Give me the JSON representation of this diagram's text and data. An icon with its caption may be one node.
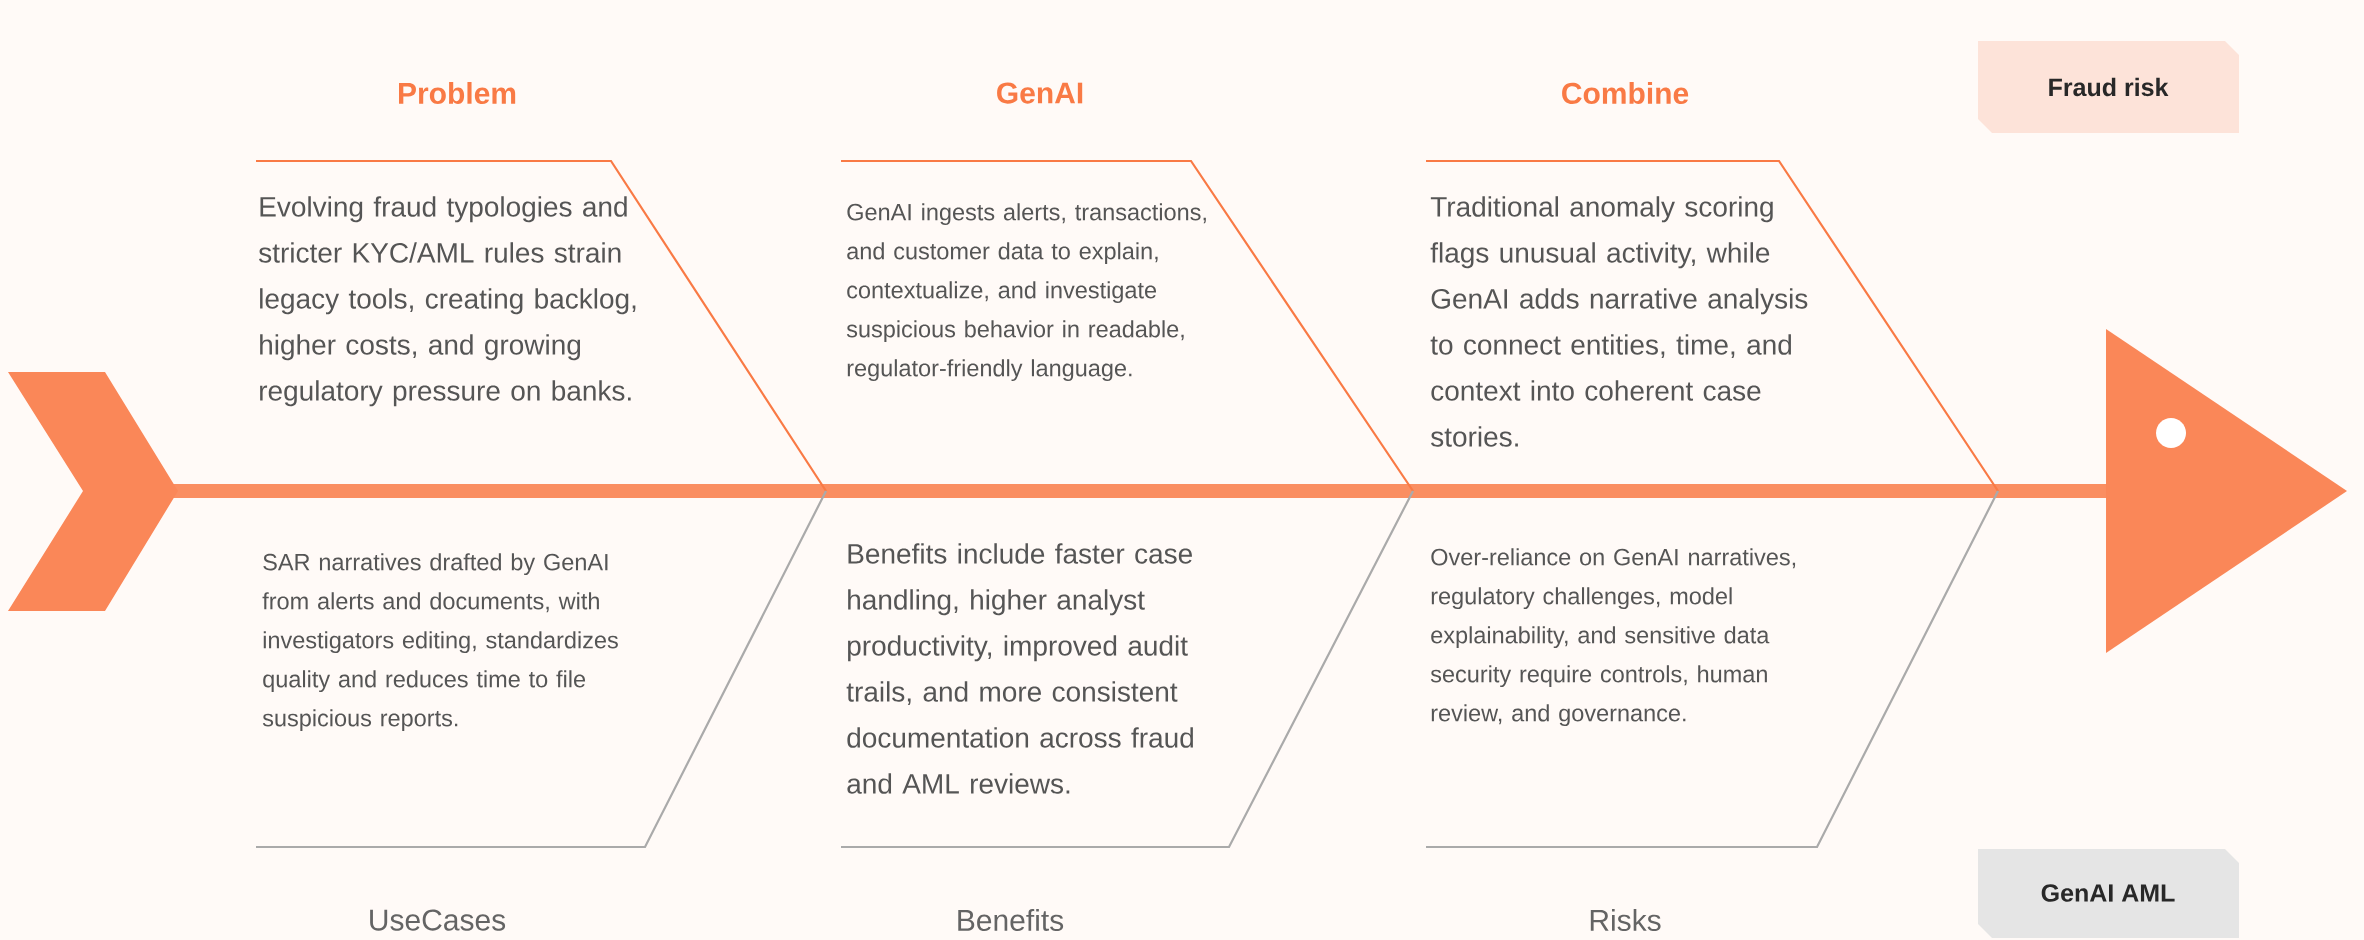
{
  "diagram": {
    "nodes": [
      {
        "text": [
          "Problem",
          "Evolving fraud typologies and stricter KYC/AML rules strain legacy tools, creating backlog, higher costs, and growing regulatory pressure on banks."
        ]
      },
      {
        "text": [
          "GenAI",
          "GenAI ingests alerts, transactions, and customer data to explain, contextualize, and investigate suspicious behavior in readable, regulator-friendly language."
        ]
      },
      {
        "text": [
          "Combine",
          "Traditional anomaly scoring flags unusual activity, while GenAI adds narrative analysis to connect entities, time, and context into coherent case stories."
        ]
      },
      {
        "text": [
          "Fraud risk"
        ]
      },
      {
        "text": [
          "SAR narratives drafted by GenAI from alerts and documents, with investigators editing, standardizes quality and reduces time to file suspicious reports.",
          "UseCases"
        ]
      },
      {
        "text": [
          "Benefits include faster case handling, higher analyst productivity, improved audit trails, and more consistent documentation across fraud and AML reviews.",
          "Benefits"
        ]
      },
      {
        "text": [
          "Over-reliance on GenAI narratives, regulatory challenges, model explainability, and sensitive data security require controls, human review, and governance.",
          "Risks"
        ]
      },
      {
        "text": [
          "GenAI AML"
        ]
      }
    ]
  }
}
